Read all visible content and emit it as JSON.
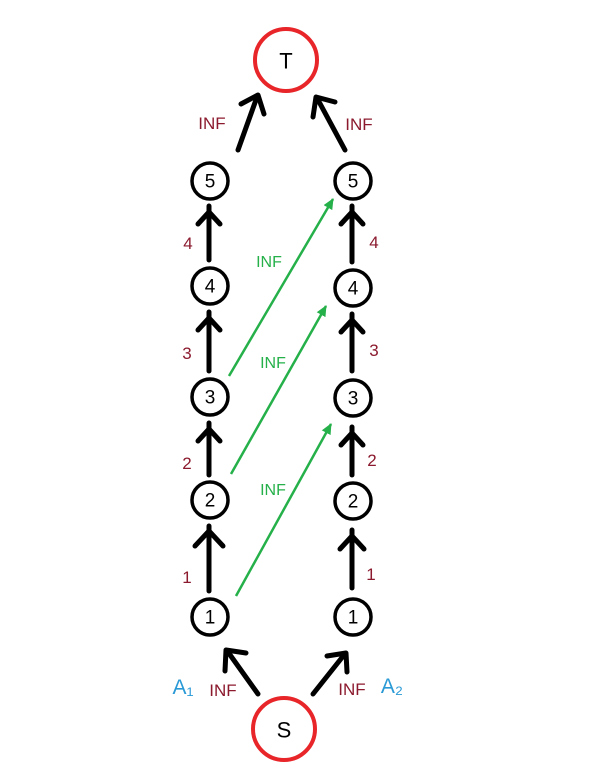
{
  "colors": {
    "terminal": "#e8262a",
    "node": "#000000",
    "capacity": "#8b1a2e",
    "cross_edge": "#25b04a",
    "chain_label": "#2a9ad6"
  },
  "terminals": {
    "source": "S",
    "sink": "T"
  },
  "chains": [
    {
      "name": "A₁",
      "nodes": [
        "1",
        "2",
        "3",
        "4",
        "5"
      ],
      "edge_capacities": [
        "1",
        "2",
        "3",
        "4"
      ],
      "source_edge": "INF",
      "sink_edge": "INF"
    },
    {
      "name": "A₂",
      "nodes": [
        "1",
        "2",
        "3",
        "4",
        "5"
      ],
      "edge_capacities": [
        "1",
        "2",
        "3",
        "4"
      ],
      "source_edge": "INF",
      "sink_edge": "INF"
    }
  ],
  "cross_edges": [
    {
      "from": "A₁ 1",
      "to": "A₂ 3",
      "label": "INF"
    },
    {
      "from": "A₁ 2",
      "to": "A₂ 4",
      "label": "INF"
    },
    {
      "from": "A₁ 3",
      "to": "A₂ 5",
      "label": "INF"
    }
  ]
}
